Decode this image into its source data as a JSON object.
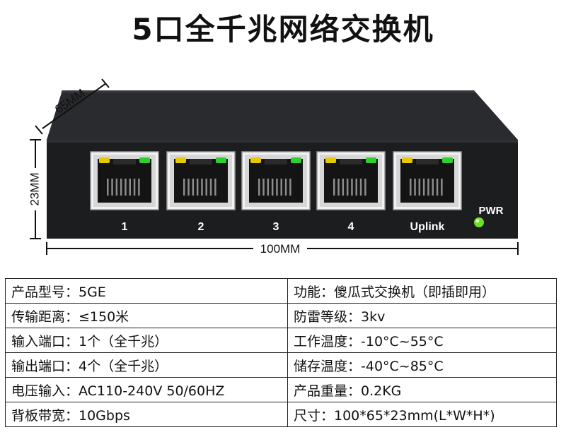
{
  "title": "5口全千兆网络交换机",
  "dimensions": {
    "depth": "65MM",
    "height": "23MM",
    "width": "100MM"
  },
  "ports": [
    {
      "label": "1"
    },
    {
      "label": "2"
    },
    {
      "label": "3"
    },
    {
      "label": "4"
    },
    {
      "label": "Uplink"
    }
  ],
  "pwr_label": "PWR",
  "colors": {
    "led_yellow": "#e8c800",
    "led_green": "#2fcf2f",
    "pwr_led": "#6fe02a",
    "body": "#1c1d1f"
  },
  "specs": [
    [
      "产品型号：5GE",
      "功能：傻瓜式交换机（即插即用）"
    ],
    [
      "传输距离：≤150米",
      "防雷等级：3kv"
    ],
    [
      "输入端口：1个（全千兆）",
      "工作温度：-10°C~55°C"
    ],
    [
      "输出端口：4个（全千兆）",
      "储存温度：-40°C~85°C"
    ],
    [
      "电压输入：AC110-240V 50/60HZ",
      "产品重量：0.2KG"
    ],
    [
      "背板带宽：10Gbps",
      "尺寸：100*65*23mm(L*W*H*)"
    ]
  ]
}
